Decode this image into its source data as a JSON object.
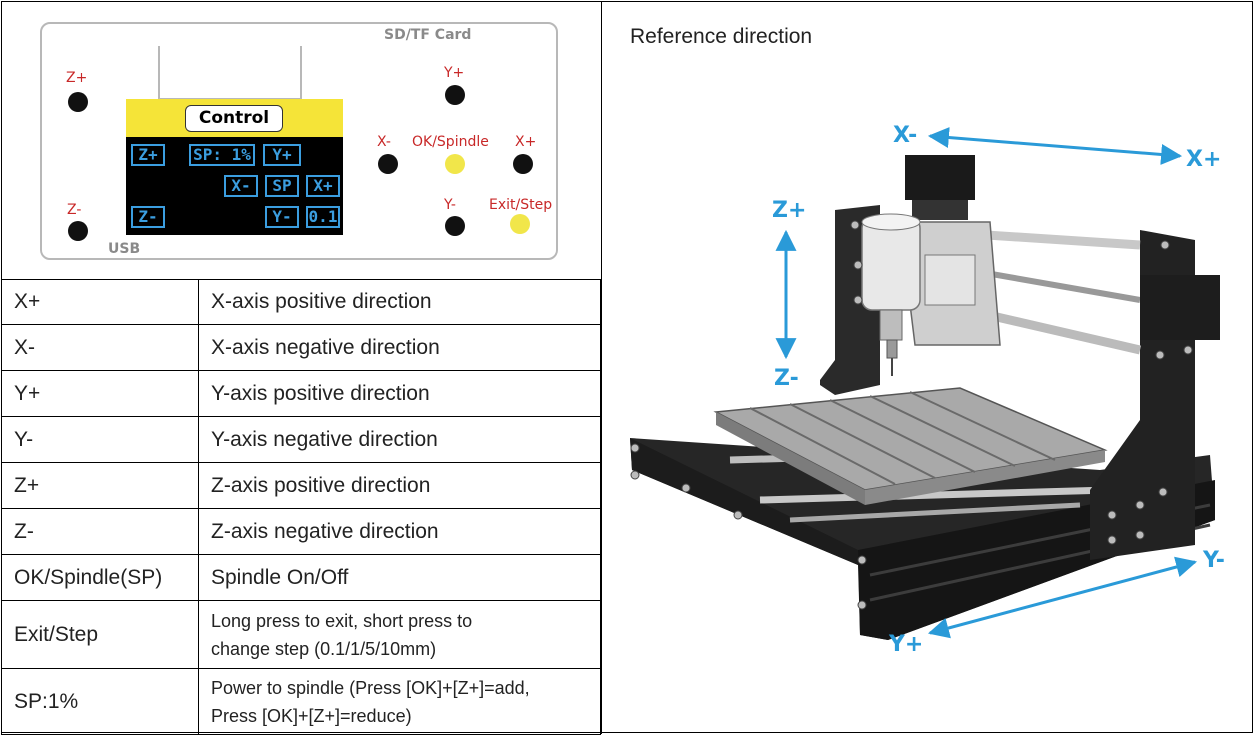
{
  "panel": {
    "sd_label": "SD/TF Card",
    "usb_label": "USB",
    "buttons": {
      "z_plus": "Z+",
      "z_minus": "Z-",
      "y_plus": "Y+",
      "y_minus": "Y-",
      "x_minus": "X-",
      "x_plus": "X+",
      "ok_spindle": "OK/Spindle",
      "exit_step": "Exit/Step"
    },
    "lcd": {
      "title": "Control",
      "z_plus": "Z+",
      "sp": "SP: 1%",
      "y_plus": "Y+",
      "x_minus": "X-",
      "sp_short": "SP",
      "x_plus": "X+",
      "z_minus": "Z-",
      "y_minus": "Y-",
      "step": "0.1"
    }
  },
  "table": {
    "rows": [
      {
        "key": "X+",
        "desc": "X-axis positive direction"
      },
      {
        "key": "X-",
        "desc": "X-axis negative direction"
      },
      {
        "key": "Y+",
        "desc": "Y-axis positive direction"
      },
      {
        "key": "Y-",
        "desc": "Y-axis negative direction"
      },
      {
        "key": "Z+",
        "desc": "Z-axis positive direction"
      },
      {
        "key": "Z-",
        "desc": "Z-axis negative direction"
      },
      {
        "key": "OK/Spindle(SP)",
        "desc": "Spindle On/Off"
      },
      {
        "key": "Exit/Step",
        "desc": "Long press to exit, short press to",
        "desc2": "change step (0.1/1/5/10mm)"
      },
      {
        "key": "SP:1%",
        "desc": "Power to spindle (Press [OK]+[Z+]=add,",
        "desc2": "Press [OK]+[Z+]=reduce)"
      }
    ]
  },
  "reference": {
    "title": "Reference direction",
    "x_minus": "X-",
    "x_plus": "X+",
    "z_plus": "Z+",
    "z_minus": "Z-",
    "y_minus": "Y-",
    "y_plus": "Y+"
  },
  "colors": {
    "axis_blue": "#2a9ad8",
    "button_red_text": "#c82828",
    "lcd_yellow": "#f5e438",
    "button_yellow": "#f1e64a"
  }
}
